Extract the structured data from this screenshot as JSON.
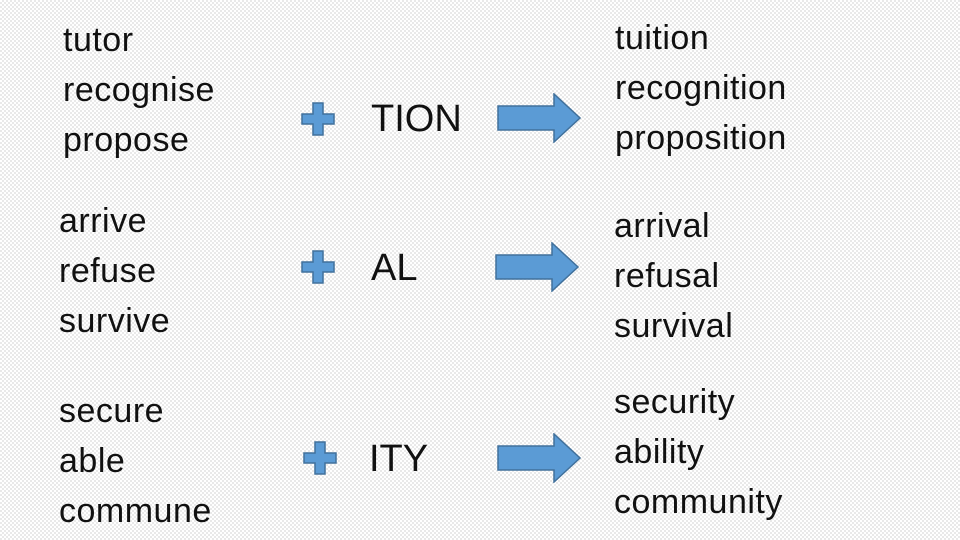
{
  "colors": {
    "shape_fill": "#5b9bd5",
    "shape_stroke": "#41719c",
    "text": "#111111"
  },
  "icons": {
    "plus": "plus-icon",
    "arrow": "right-arrow-icon"
  },
  "rows": [
    {
      "base_words": [
        "tutor",
        "recognise",
        "propose"
      ],
      "suffix": "TION",
      "result_words": [
        "tuition",
        "recognition",
        "proposition"
      ]
    },
    {
      "base_words": [
        "arrive",
        "refuse",
        "survive"
      ],
      "suffix": "AL",
      "result_words": [
        "arrival",
        "refusal",
        "survival"
      ]
    },
    {
      "base_words": [
        "secure",
        "able",
        "commune"
      ],
      "suffix": "ITY",
      "result_words": [
        "security",
        "ability",
        "community"
      ]
    }
  ]
}
